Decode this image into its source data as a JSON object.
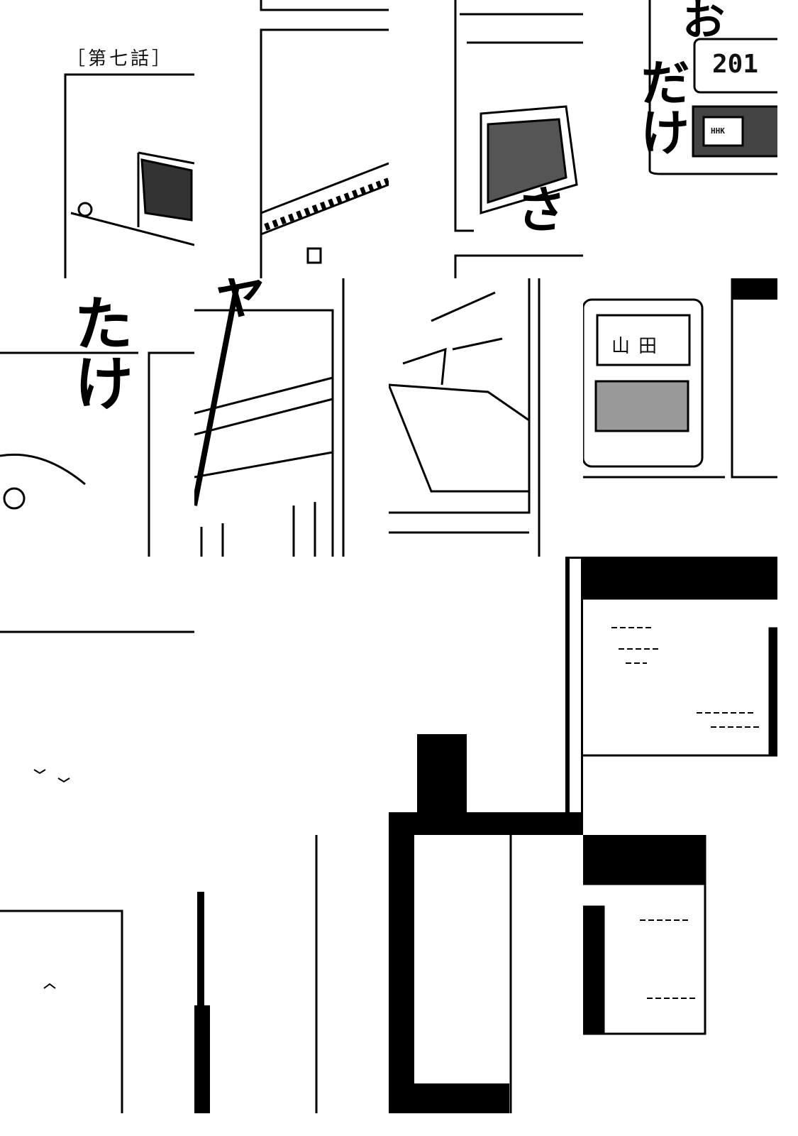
{
  "chapter_heading": "［第七話］",
  "sfx": {
    "tile_top_right": "お",
    "vertical_right": "だけ",
    "vertical_left": "たけ",
    "small_sa": "さ",
    "ya": "ヤ"
  },
  "door_plate": {
    "room_number": "201",
    "sticker": "HHK",
    "nameplate": "山田"
  },
  "colors": {
    "ink": "#000000",
    "paper": "#ffffff"
  }
}
